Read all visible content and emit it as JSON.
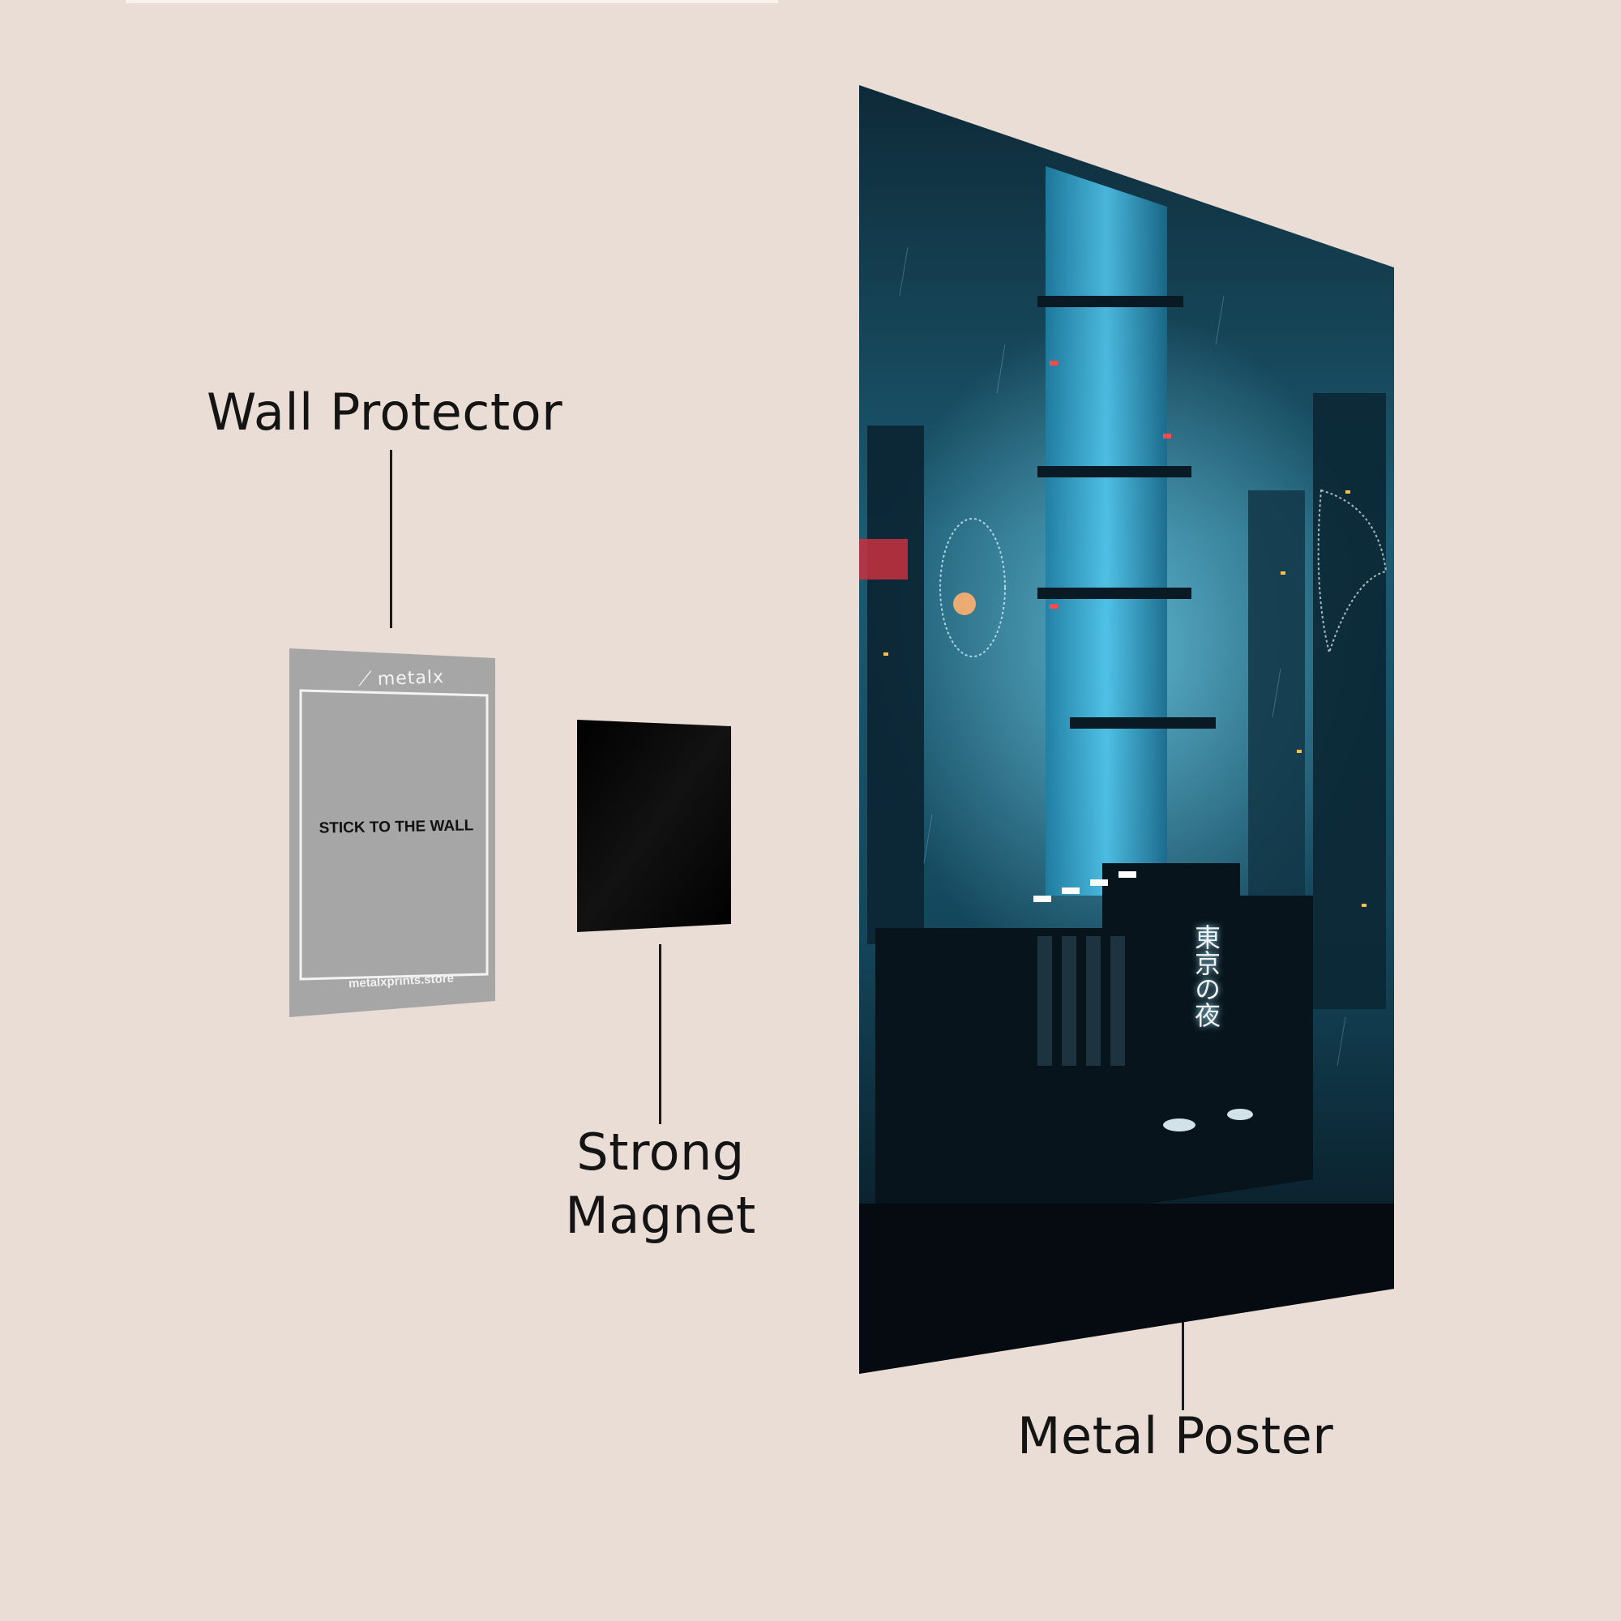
{
  "labels": {
    "wall_protector": "Wall Protector",
    "strong_magnet_line1": "Strong",
    "strong_magnet_line2": "Magnet",
    "metal_poster": "Metal Poster"
  },
  "wall_protector_card": {
    "brand": "metalx",
    "instruction": "STICK TO THE WALL",
    "url": "metalxprints.store"
  },
  "poster": {
    "caption": "東京の夜"
  },
  "colors": {
    "background": "#eaddd5",
    "protector_gray": "#a6a6a6",
    "magnet_black": "#050505",
    "poster_teal": "#1e6f8c",
    "label_text": "#141414"
  }
}
